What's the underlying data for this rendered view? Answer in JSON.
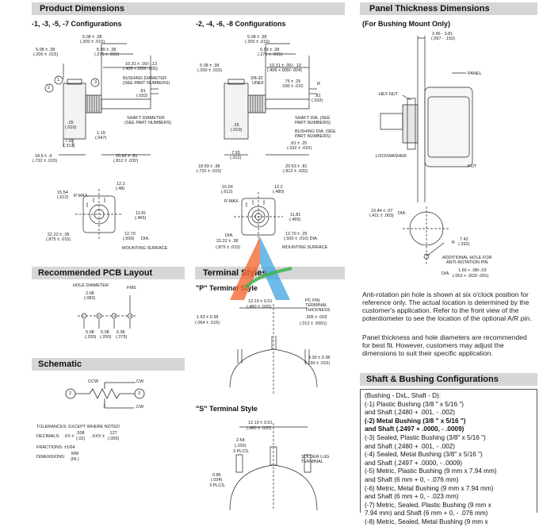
{
  "headers": {
    "product_dimensions": "Product Dimensions",
    "panel_thickness": "Panel Thickness Dimensions",
    "pcb_layout": "Recommended PCB Layout",
    "terminal_styles": "Terminal Styles",
    "schematic": "Schematic",
    "shaft_bushing": "Shaft & Bushing Configurations"
  },
  "subtitles": {
    "config_a": "-1, -3, -5, -7 Configurations",
    "config_b": "-2, -4, -6, -8 Configurations",
    "bushing_mount": "(For Bushing Mount Only)",
    "p_terminal": "\"P\" Terminal Style",
    "s_terminal": "\"S\" Terminal Style"
  },
  "config_a": {
    "d1": "5.08 ± .38",
    "d1i": "(.200 ± .015)",
    "d2": "5.08 ± .38",
    "d2i": "(.200 ± .015)",
    "d3": "6.99 ± .38",
    "d3i": "(.275 ± .015)",
    "d4": "10.31 ± .00/- .13",
    "d4i": "(.406 +.000/-.005)",
    "bushing": "BUSHING DIAMETER",
    "bushing2": "(SEE PART NUMBERS)",
    "d5": ".81",
    "d5i": "(.032)",
    "shaft": "SHAFT DIAMETER",
    "shaft2": "(SEE PART NUMBERS)",
    "d6": ".25",
    "d6i": "(.010)",
    "d7": "1.19",
    "d7i": "(.047)",
    "d8": "7.92",
    "d8i": "(.312)",
    "d9": "18.6 ± .4",
    "d9i": "(.732 ± .015)",
    "d10": "20.62 ± .81",
    "d10i": "(.812 ± .032)",
    "n1": "1",
    "n2": "2",
    "n3": "3",
    "r1": "15.54",
    "r1i": "(.612)",
    "rmax": "R MAX.",
    "r2": "12.2",
    "r2i": "(.48)",
    "r3": "11.81",
    "r3i": "(.465)",
    "r4": "22.22 ± .38",
    "r4i": "(.875 ± .015)",
    "r5": "12.70",
    "r5i": "(.500)",
    "dia": "DIA.",
    "mount": "MOUNTING SURFACE"
  },
  "config_b": {
    "d1": "5.08 ± .38",
    "d1i": "(.200 ± .015)",
    "d2": "5.08 ± .38",
    "d2i": "(.200 ± .015)",
    "d3": "6.99 ± .38",
    "d3i": "(.275 ± .015)",
    "d4": "10.31 ± .00/- .10",
    "d4i": "(.406 +.000/-.004)",
    "thread": "3/8-32",
    "thread2": "UNEF",
    "d5": ".76 ± .25",
    "d5i": ".030 ± .010",
    "r": "R",
    "d6": ".81",
    "d6i": "(.032)",
    "shaft": "SHAFT DIA. (SEE",
    "shaft2": "PART NUMBERS)",
    "bush": "BUSHING DIA. (SEE",
    "bush2": "PART NUMBERS)",
    "d7": ".25",
    "d7i": "(.010)",
    "d8": ".81 ± .25",
    "d8i": "(.032 ± .010)",
    "d9": "7.93",
    "d9i": "(.312)",
    "d10": "18.59 ± .38",
    "d10i": "(.732 ± .015)",
    "d11": "20.63 ± .81",
    "d11i": "(.812 ± .032)",
    "r1": "15.54",
    "r1i": "(.612)",
    "rmax": "R MAX.",
    "r2": "12.2",
    "r2i": "(.480)",
    "r3": "11.81",
    "r3i": "(.465)",
    "dia": "DIA.",
    "r4": "22.22 ± .38",
    "r4i": "(.875 ± .015)",
    "r5": "12.70 ± .25",
    "r5i": "(.500 ± .010) DIA.",
    "mount": "MOUNTING SURFACE"
  },
  "panel": {
    "t1": "2.46 - 3.81",
    "t1i": "(.097 - .150)",
    "panel": "PANEL",
    "hex": "HEX NUT",
    "lock": "LOCKWASHER",
    "pot": "POT",
    "d1": "10.44 ± .07",
    "d1i": "(.411 ± .003)",
    "dia": "DIA.",
    "r": "R",
    "d2": "7.42",
    "d2i": "(.292)",
    "note1": "ADDITIONAL HOLE FOR",
    "note2": "ANTI-ROTATION PIN",
    "d3": "1.60 + .08/-.03",
    "d3i": "(.063 + .003/-.001)",
    "dia2": "DIA."
  },
  "panel_text": {
    "p1": "Anti-rotation pin hole is shown at six o'clock position for reference only. The actual location is determined by the customer's application. Refer to the front view of the potentiometer to see the location of the optional A/R pin.",
    "p2": "Panel thickness and hole diameters are recommended for best fit. However, customers may adjust the dimensions to suit their specific application."
  },
  "pcb": {
    "hole": "HOLE DIAMETER",
    "h1": "2.08",
    "h1i": "(.082)",
    "fms": "FMS",
    "s1": "5.08",
    "s1i": "(.200)",
    "s2": "5.08",
    "s2i": "(.200)",
    "s3": "6.96",
    "s3i": "(.275)"
  },
  "schematic": {
    "ccw": "CCW",
    "cw": "CW",
    "cw2": "CW",
    "n1": "1",
    "n2": "2",
    "n3": "3",
    "tol": "TOLERANCES: EXCEPT WHERE NOTED",
    "dec": "DECIMALS:",
    "xx": ".XX ±",
    "xx_v": ".508",
    "xx_i": "(.02)",
    "xxx": ".XXX ±",
    "xxx_v": ".127",
    "xxx_i": "(.005)",
    "frac": "FRACTIONS: ±1/64",
    "dim": "DIMENSIONS:",
    "mm": "MM",
    "in": "(IN.)"
  },
  "p_term": {
    "d1": "12.19 ± 0.51",
    "d1i": "(.480 ± .020)",
    "pc": "PC PIN",
    "pc2": "TERMINAL",
    "pc3": "THICKNESS",
    "pc4": ".305 ± .003",
    "pc5": "(.012 ± .0001)",
    "d2": "1.63 ± 0.38",
    "d2i": "(.064 ± .015)",
    "d3": "3.30 ± 0.38",
    "d3i": "(.130 ± .015)"
  },
  "s_term": {
    "d1": "12.19 ± 0.51",
    "d1i": "(.480 ± .020)",
    "d2": "2.54",
    "d2i": "(.100)",
    "d2p": "3 PLCS.",
    "solder": "SOLDER LUG",
    "solder2": "TERMINAL",
    "d3": "0.86",
    "d3i": "(.034)",
    "d3p": "3 PLCS."
  },
  "shaft_bushing": {
    "lines": [
      {
        "text": "(Bushing - DxL, Shaft - D):",
        "bold": false
      },
      {
        "text": "(-1) Plastic Bushing (3/8 \" x 5/16 \")",
        "bold": false
      },
      {
        "text": "      and Shaft (.2480 + .001, - .002)",
        "bold": false
      },
      {
        "text": "(-2) Metal Bushing (3/8 \" x 5/16 \")",
        "bold": true
      },
      {
        "text": "      and Shaft (.2497 + .0000, - .0009)",
        "bold": true
      },
      {
        "text": "(-3) Sealed, Plastic Bushing (3/8\" x 5/16 \")",
        "bold": false
      },
      {
        "text": "      and Shaft (.2480 + .001, - .002)",
        "bold": false
      },
      {
        "text": "(-4) Sealed, Metal Bushing (3/8\" x 5/16 \")",
        "bold": false
      },
      {
        "text": "      and Shaft (.2497 + .0000, - .0009)",
        "bold": false
      },
      {
        "text": "(-5) Metric, Plastic Bushing (9 mm x 7.94 mm)",
        "bold": false
      },
      {
        "text": "      and Shaft (6 mm + 0, - .076 mm)",
        "bold": false
      },
      {
        "text": "(-6) Metric, Metal Bushing (9 mm x 7.94 mm)",
        "bold": false
      },
      {
        "text": "      and Shaft (6 mm + 0, - .023 mm)",
        "bold": false
      },
      {
        "text": "(-7) Metric, Sealed, Plastic Bushing (9 mm x",
        "bold": false
      },
      {
        "text": "      7.94 mm) and Shaft (6 mm + 0, - .076 mm)",
        "bold": false
      },
      {
        "text": "(-8) Metric, Sealed, Metal Bushing (9 mm x",
        "bold": false
      }
    ]
  }
}
